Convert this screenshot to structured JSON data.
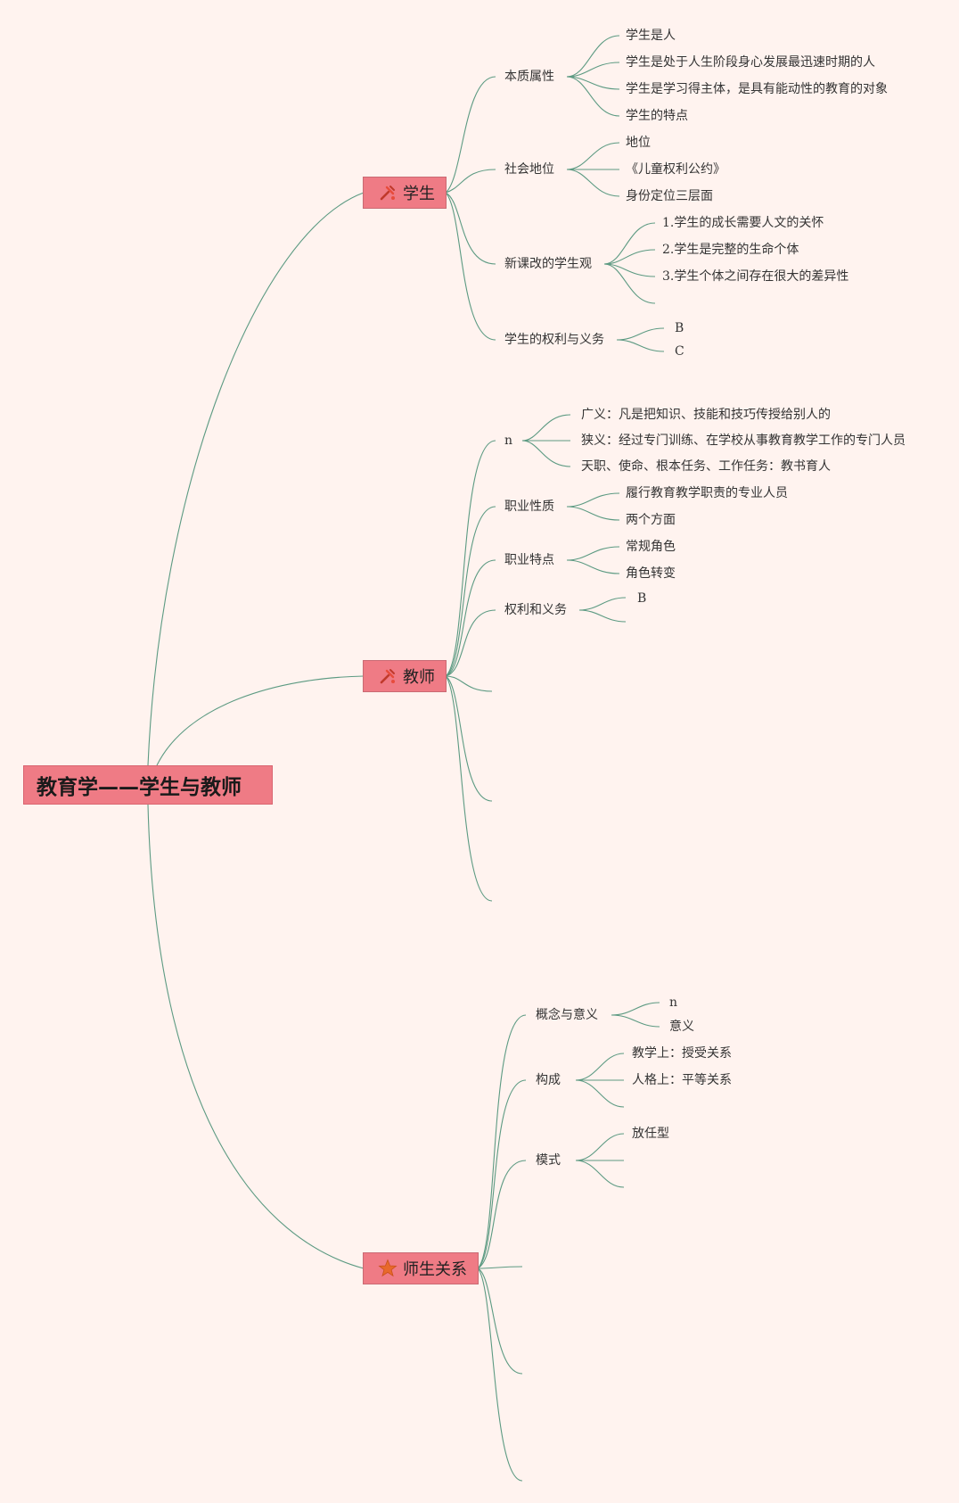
{
  "root": {
    "title": "教育学——学生与教师"
  },
  "branches": {
    "student": {
      "label": "学生",
      "icon": "tools-icon",
      "topics": {
        "essence": {
          "label": "本质属性",
          "items": [
            "学生是人",
            "学生是处于人生阶段身心发展最迅速时期的人",
            "学生是学习得主体，是具有能动性的教育的对象",
            "学生的特点"
          ]
        },
        "status": {
          "label": "社会地位",
          "items": [
            "地位",
            "《儿童权利公约》",
            "身份定位三层面"
          ]
        },
        "view": {
          "label": "新课改的学生观",
          "items": [
            "1.学生的成长需要人文的关怀",
            "2.学生是完整的生命个体",
            "3.学生个体之间存在很大的差异性"
          ]
        },
        "rights": {
          "label": "学生的权利与义务",
          "items": [
            "B",
            "C"
          ]
        }
      }
    },
    "teacher": {
      "label": "教师",
      "icon": "tools-icon",
      "topics": {
        "n": {
          "label": "n",
          "items": [
            "广义：凡是把知识、技能和技巧传授给别人的",
            "狭义：经过专门训练、在学校从事教育教学工作的专门人员",
            "天职、使命、根本任务、工作任务：教书育人"
          ]
        },
        "nature": {
          "label": "职业性质",
          "items": [
            "履行教育教学职责的专业人员",
            "两个方面"
          ]
        },
        "features": {
          "label": "职业特点",
          "items": [
            "常规角色",
            "角色转变"
          ]
        },
        "rights": {
          "label": "权利和义务",
          "items": [
            "B"
          ]
        }
      }
    },
    "relation": {
      "label": "师生关系",
      "icon": "star-icon",
      "topics": {
        "concept": {
          "label": "概念与意义",
          "items": [
            "n",
            "意义"
          ]
        },
        "structure": {
          "label": "构成",
          "items": [
            "教学上：授受关系",
            "人格上：平等关系"
          ]
        },
        "mode": {
          "label": "模式",
          "items": [
            "放任型"
          ]
        }
      }
    }
  },
  "colors": {
    "background": "#fff3ef",
    "node": "#ef7b85",
    "edge": "#5c9a82",
    "text": "#333333"
  }
}
